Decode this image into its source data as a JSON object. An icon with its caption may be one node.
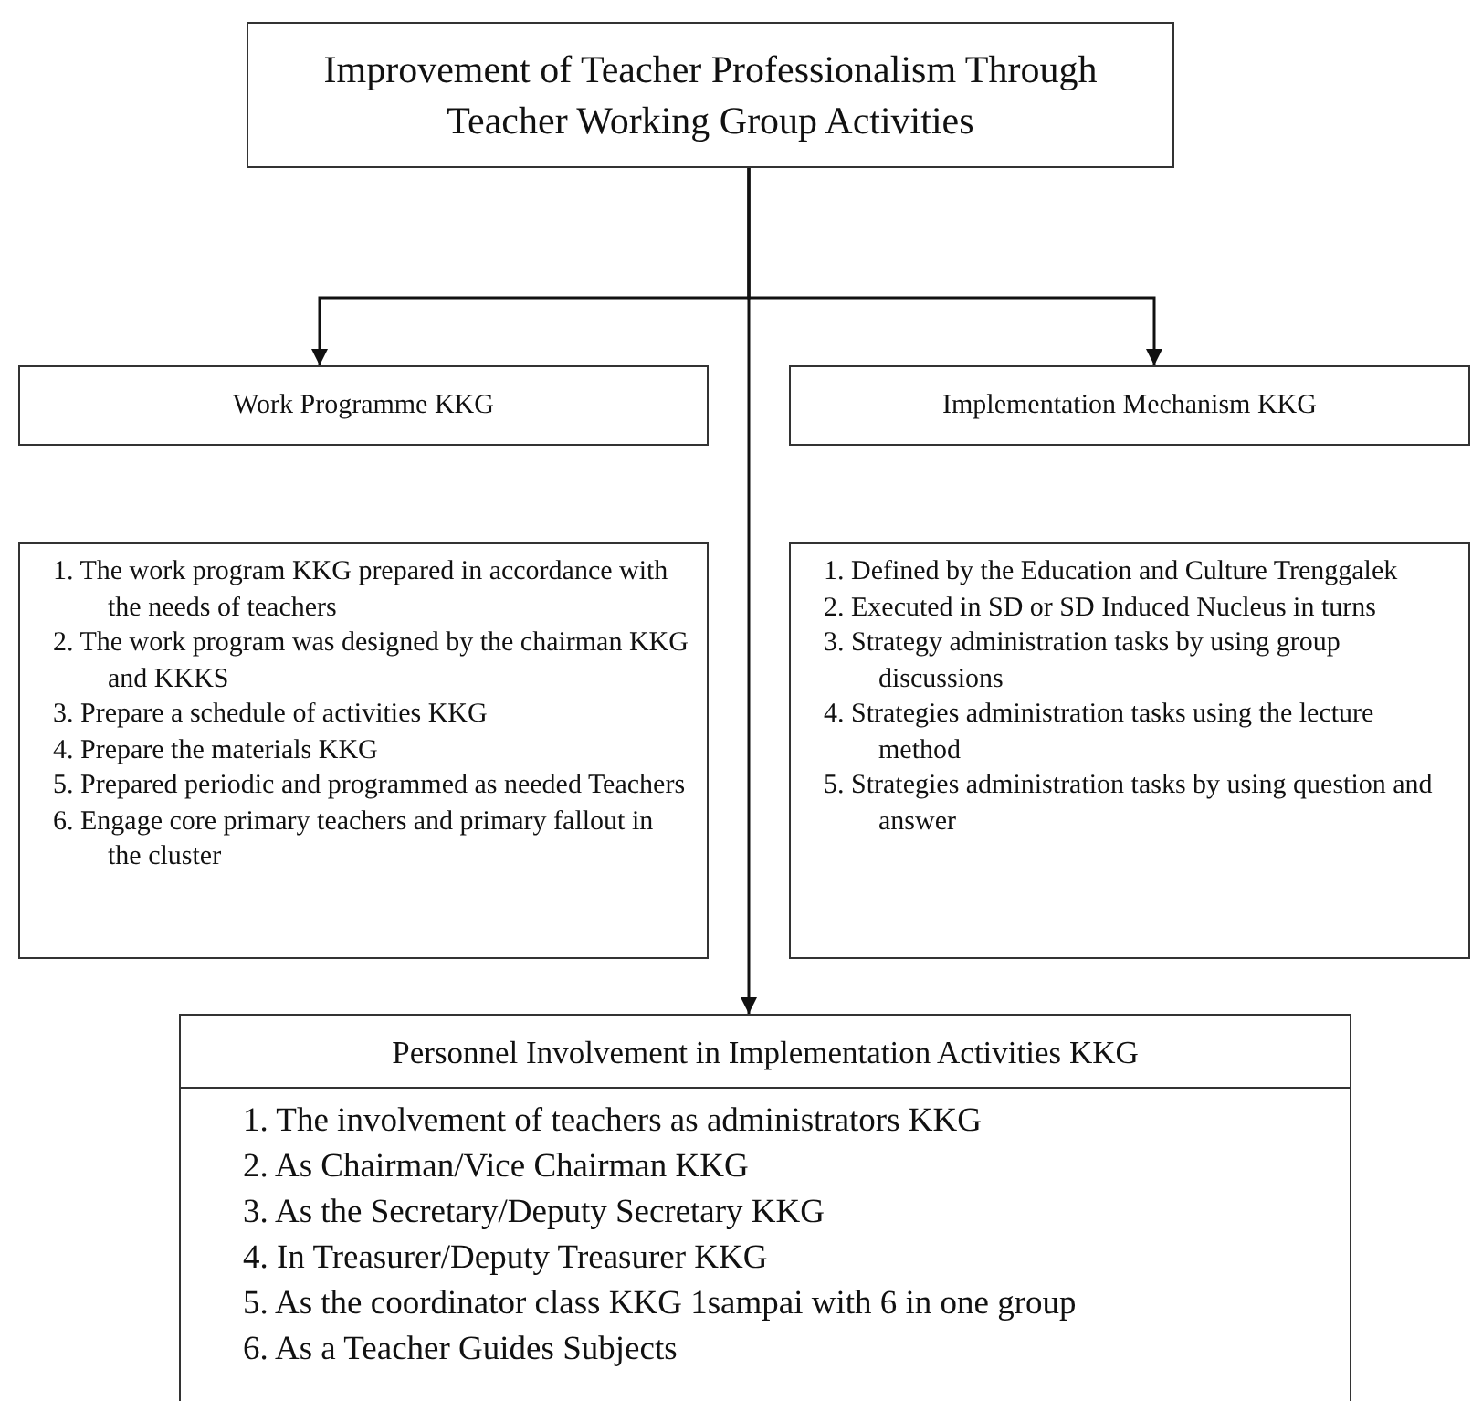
{
  "diagram": {
    "nodes": [
      {
        "text": [
          "Improvement of Teacher Professionalism Through Teacher Working Group Activities"
        ]
      },
      {
        "text": [
          "Work Programme KKG"
        ]
      },
      {
        "text": [
          "Implementation Mechanism KKG"
        ]
      },
      {
        "text": [
          "1. The work program KKG prepared in accordance with the needs of teachers",
          "2. The work program was designed by the chairman KKG and KKKS",
          "3. Prepare a schedule of activities KKG",
          "4. Prepare the materials KKG",
          "5. Prepared periodic and programmed as needed Teachers",
          "6. Engage core primary teachers and primary fallout in the cluster"
        ]
      },
      {
        "text": [
          "1. Defined by the Education and Culture Trenggalek",
          "2. Executed in SD or SD Induced Nucleus in turns",
          "3. Strategy administration tasks by using group discussions",
          "4. Strategies administration tasks using the lecture method",
          "5. Strategies administration tasks by using question and answer"
        ]
      },
      {
        "text": [
          "Personnel Involvement in Implementation Activities KKG",
          "1. The involvement of teachers as administrators KKG",
          "2. As Chairman/Vice Chairman KKG",
          "3. As the Secretary/Deputy Secretary KKG",
          "4. In Treasurer/Deputy Treasurer KKG",
          "5. As the coordinator class KKG 1sampai with 6 in one group",
          "6. As a Teacher Guides Subjects"
        ]
      }
    ],
    "edges": [
      {
        "from": 0,
        "to": 1,
        "arrow": "to"
      },
      {
        "from": 0,
        "to": 2,
        "arrow": "to"
      },
      {
        "from": 0,
        "to": 5,
        "arrow": "to"
      }
    ]
  }
}
